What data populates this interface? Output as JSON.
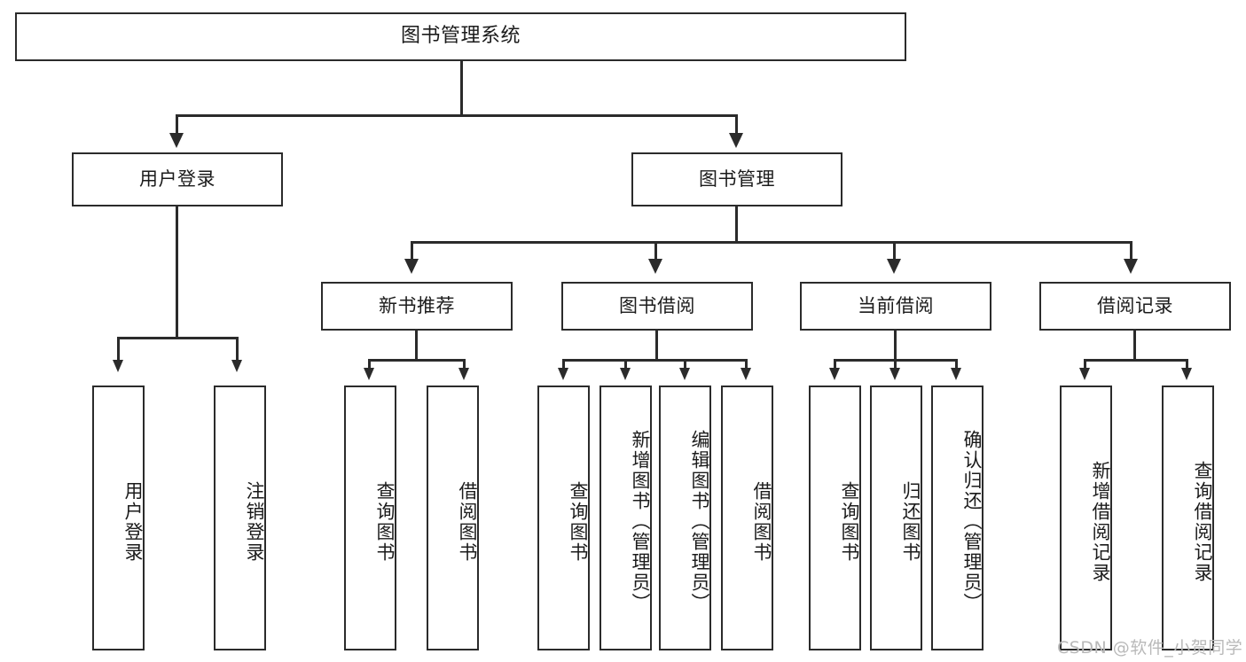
{
  "diagram": {
    "title": "图书管理系统",
    "type": "function-structure-tree",
    "watermark": "CSDN @软件_小贺同学",
    "colors": {
      "box_border": "#2b2b2b",
      "box_fill": "#ffffff",
      "connector": "#2b2b2b",
      "text": "#1b1b1b",
      "watermark": "#b9b9b9",
      "background": "#ffffff"
    }
  },
  "nodes": {
    "root": {
      "label": "图书管理系统"
    },
    "level1": [
      {
        "id": "user-login",
        "label": "用户登录"
      },
      {
        "id": "book-manage",
        "label": "图书管理"
      }
    ],
    "level2": [
      {
        "id": "new-book-recommend",
        "label": "新书推荐"
      },
      {
        "id": "book-borrow",
        "label": "图书借阅"
      },
      {
        "id": "current-borrow",
        "label": "当前借阅"
      },
      {
        "id": "borrow-record",
        "label": "借阅记录"
      }
    ],
    "leaves": {
      "user-login": [
        {
          "id": "leaf-user-login",
          "label": "用户登录"
        },
        {
          "id": "leaf-logout-login",
          "label": "注销登录"
        }
      ],
      "new-book-recommend": [
        {
          "id": "leaf-query-book-1",
          "label": "查询图书"
        },
        {
          "id": "leaf-borrow-book-1",
          "label": "借阅图书"
        }
      ],
      "book-borrow": [
        {
          "id": "leaf-query-book-2",
          "label": "查询图书"
        },
        {
          "id": "leaf-add-book",
          "label": "新增图书（管理员）"
        },
        {
          "id": "leaf-edit-book",
          "label": "编辑图书（管理员）"
        },
        {
          "id": "leaf-borrow-book-2",
          "label": "借阅图书"
        }
      ],
      "current-borrow": [
        {
          "id": "leaf-query-book-3",
          "label": "查询图书"
        },
        {
          "id": "leaf-return-book",
          "label": "归还图书"
        },
        {
          "id": "leaf-confirm-return",
          "label": "确认归还（管理员）"
        }
      ],
      "borrow-record": [
        {
          "id": "leaf-add-record",
          "label": "新增借阅记录"
        },
        {
          "id": "leaf-query-record",
          "label": "查询借阅记录"
        }
      ]
    }
  }
}
